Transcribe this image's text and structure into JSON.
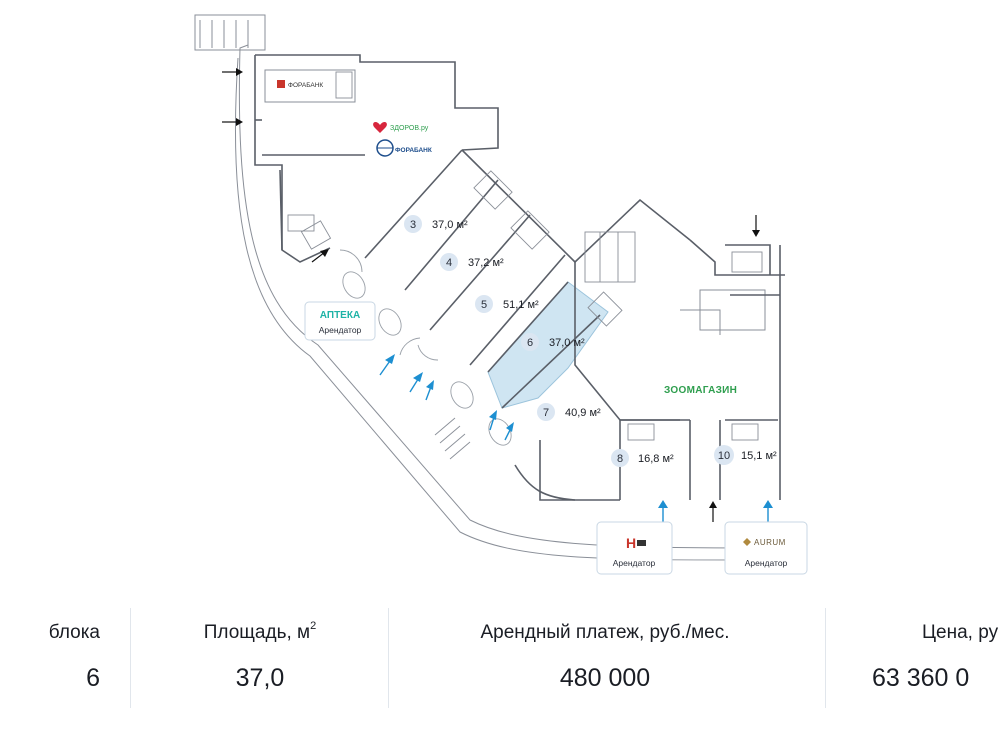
{
  "plan": {
    "units": [
      {
        "number": "3",
        "area": "37,0 м²"
      },
      {
        "number": "4",
        "area": "37,2 м²"
      },
      {
        "number": "5",
        "area": "51,1 м²"
      },
      {
        "number": "6",
        "area": "37,0 м²"
      },
      {
        "number": "7",
        "area": "40,9 м²"
      },
      {
        "number": "8",
        "area": "16,8 м²"
      },
      {
        "number": "10",
        "area": "15,1 м²"
      }
    ],
    "labels": {
      "zoo": "ЗООМАГАЗИН",
      "apteka": "АПТЕКА",
      "forabank": "ФОРАБАНК",
      "zdorov": "ЗДОРОВ.ру",
      "forabank2": "ФОРАБАНК",
      "hi_logo": "H",
      "aurum": "AURUM"
    },
    "tenants": {
      "apteka_tenant": "Арендатор",
      "hi_tenant": "Арендатор",
      "aurum_tenant": "Арендатор"
    },
    "colors": {
      "highlight": "#cfe5f2",
      "badge": "#dbe6f2",
      "arrow": "#1d8fd1",
      "zoo": "#2e9e4e",
      "apteka": "#1fb3a6"
    }
  },
  "info": {
    "columns": [
      {
        "label": "блока",
        "value": "6"
      },
      {
        "label": "Площадь, м",
        "label_sup": "2",
        "value": "37,0"
      },
      {
        "label": "Арендный платеж, руб./мес.",
        "value": "480 000"
      },
      {
        "label": "Цена, ру",
        "value": "63 360 0"
      }
    ]
  }
}
